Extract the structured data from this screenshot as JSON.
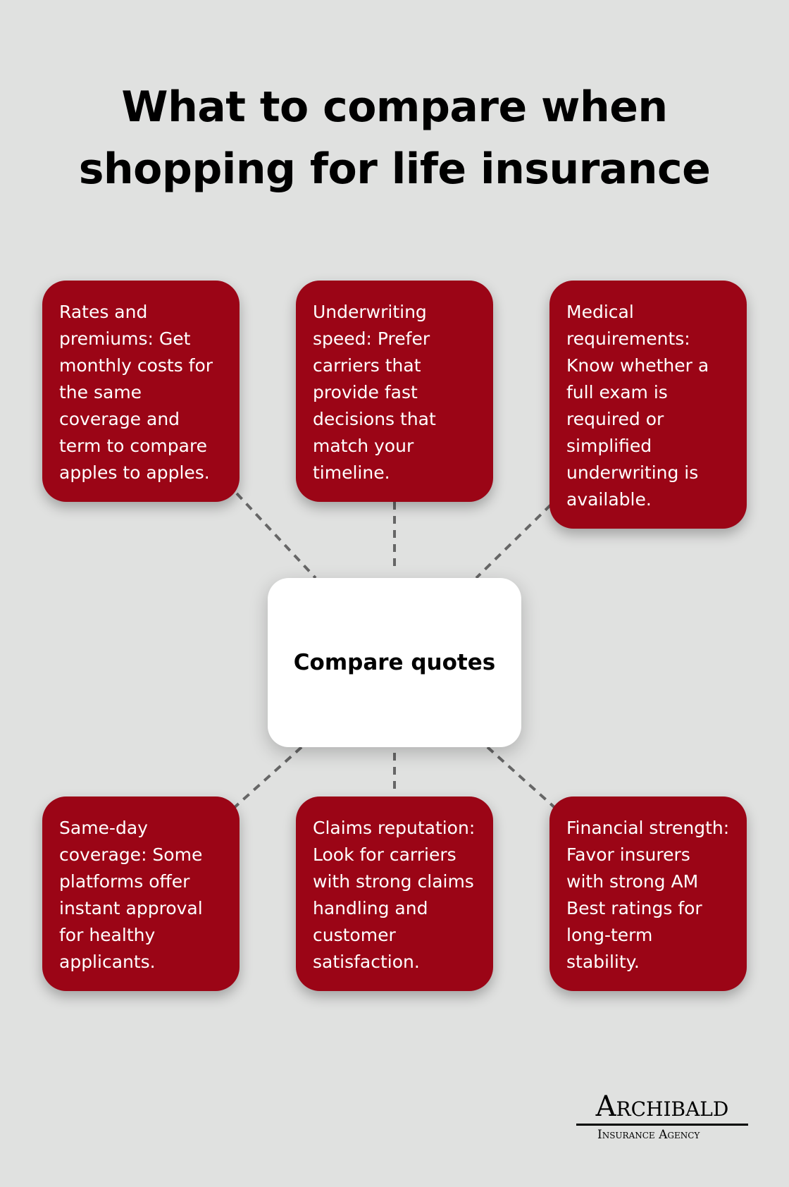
{
  "title": {
    "line1": "What to compare when",
    "line2": "shopping for life insurance"
  },
  "center_node": {
    "label": "Compare quotes"
  },
  "cards": [
    {
      "text": "Rates and premiums: Get monthly costs for the same coverage and term to compare apples to apples."
    },
    {
      "text": "Underwriting speed: Prefer carriers that provide fast decisions that match your timeline."
    },
    {
      "text": "Medical requirements: Know whether a full exam is required or simplified underwriting is available."
    },
    {
      "text": "Same-day coverage: Some platforms offer instant approval for healthy applicants."
    },
    {
      "text": "Claims reputation: Look for carriers with strong claims handling and customer satisfaction."
    },
    {
      "text": "Financial strength: Favor insurers with strong AM Best ratings for long-term stability."
    }
  ],
  "logo": {
    "name": "Archibald",
    "subtitle": "Insurance Agency"
  },
  "colors": {
    "background": "#e0e1e0",
    "card": "#9b0516",
    "center": "#ffffff",
    "connector": "#666666"
  }
}
